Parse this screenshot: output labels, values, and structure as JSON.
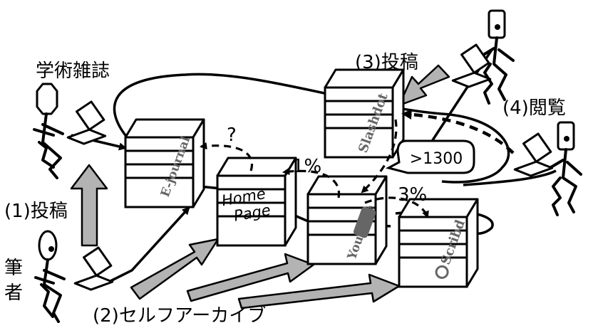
{
  "labels": {
    "journal": "学術雑誌",
    "author_line1": "筆",
    "author_line2": "者",
    "step1": "(1)投稿",
    "step2": "(2)セルフアーカイブ",
    "step3": "(3)投稿",
    "step4": "(4)閲覧",
    "q_mark": "?",
    "pct_1": "1%",
    "pct_3": "3%",
    "callout": ">1300"
  },
  "servers": {
    "ejournal": "E-journal",
    "homepage_line1": "Home",
    "homepage_line2": "Page",
    "slashdot": "Slashdot",
    "youtube_you": "You",
    "youtube_tube": "Tube",
    "scribd": "Scribd"
  },
  "colors": {
    "arrow_fill": "#b3b3b3",
    "stroke": "#000000",
    "logo_gray": "#666666"
  }
}
